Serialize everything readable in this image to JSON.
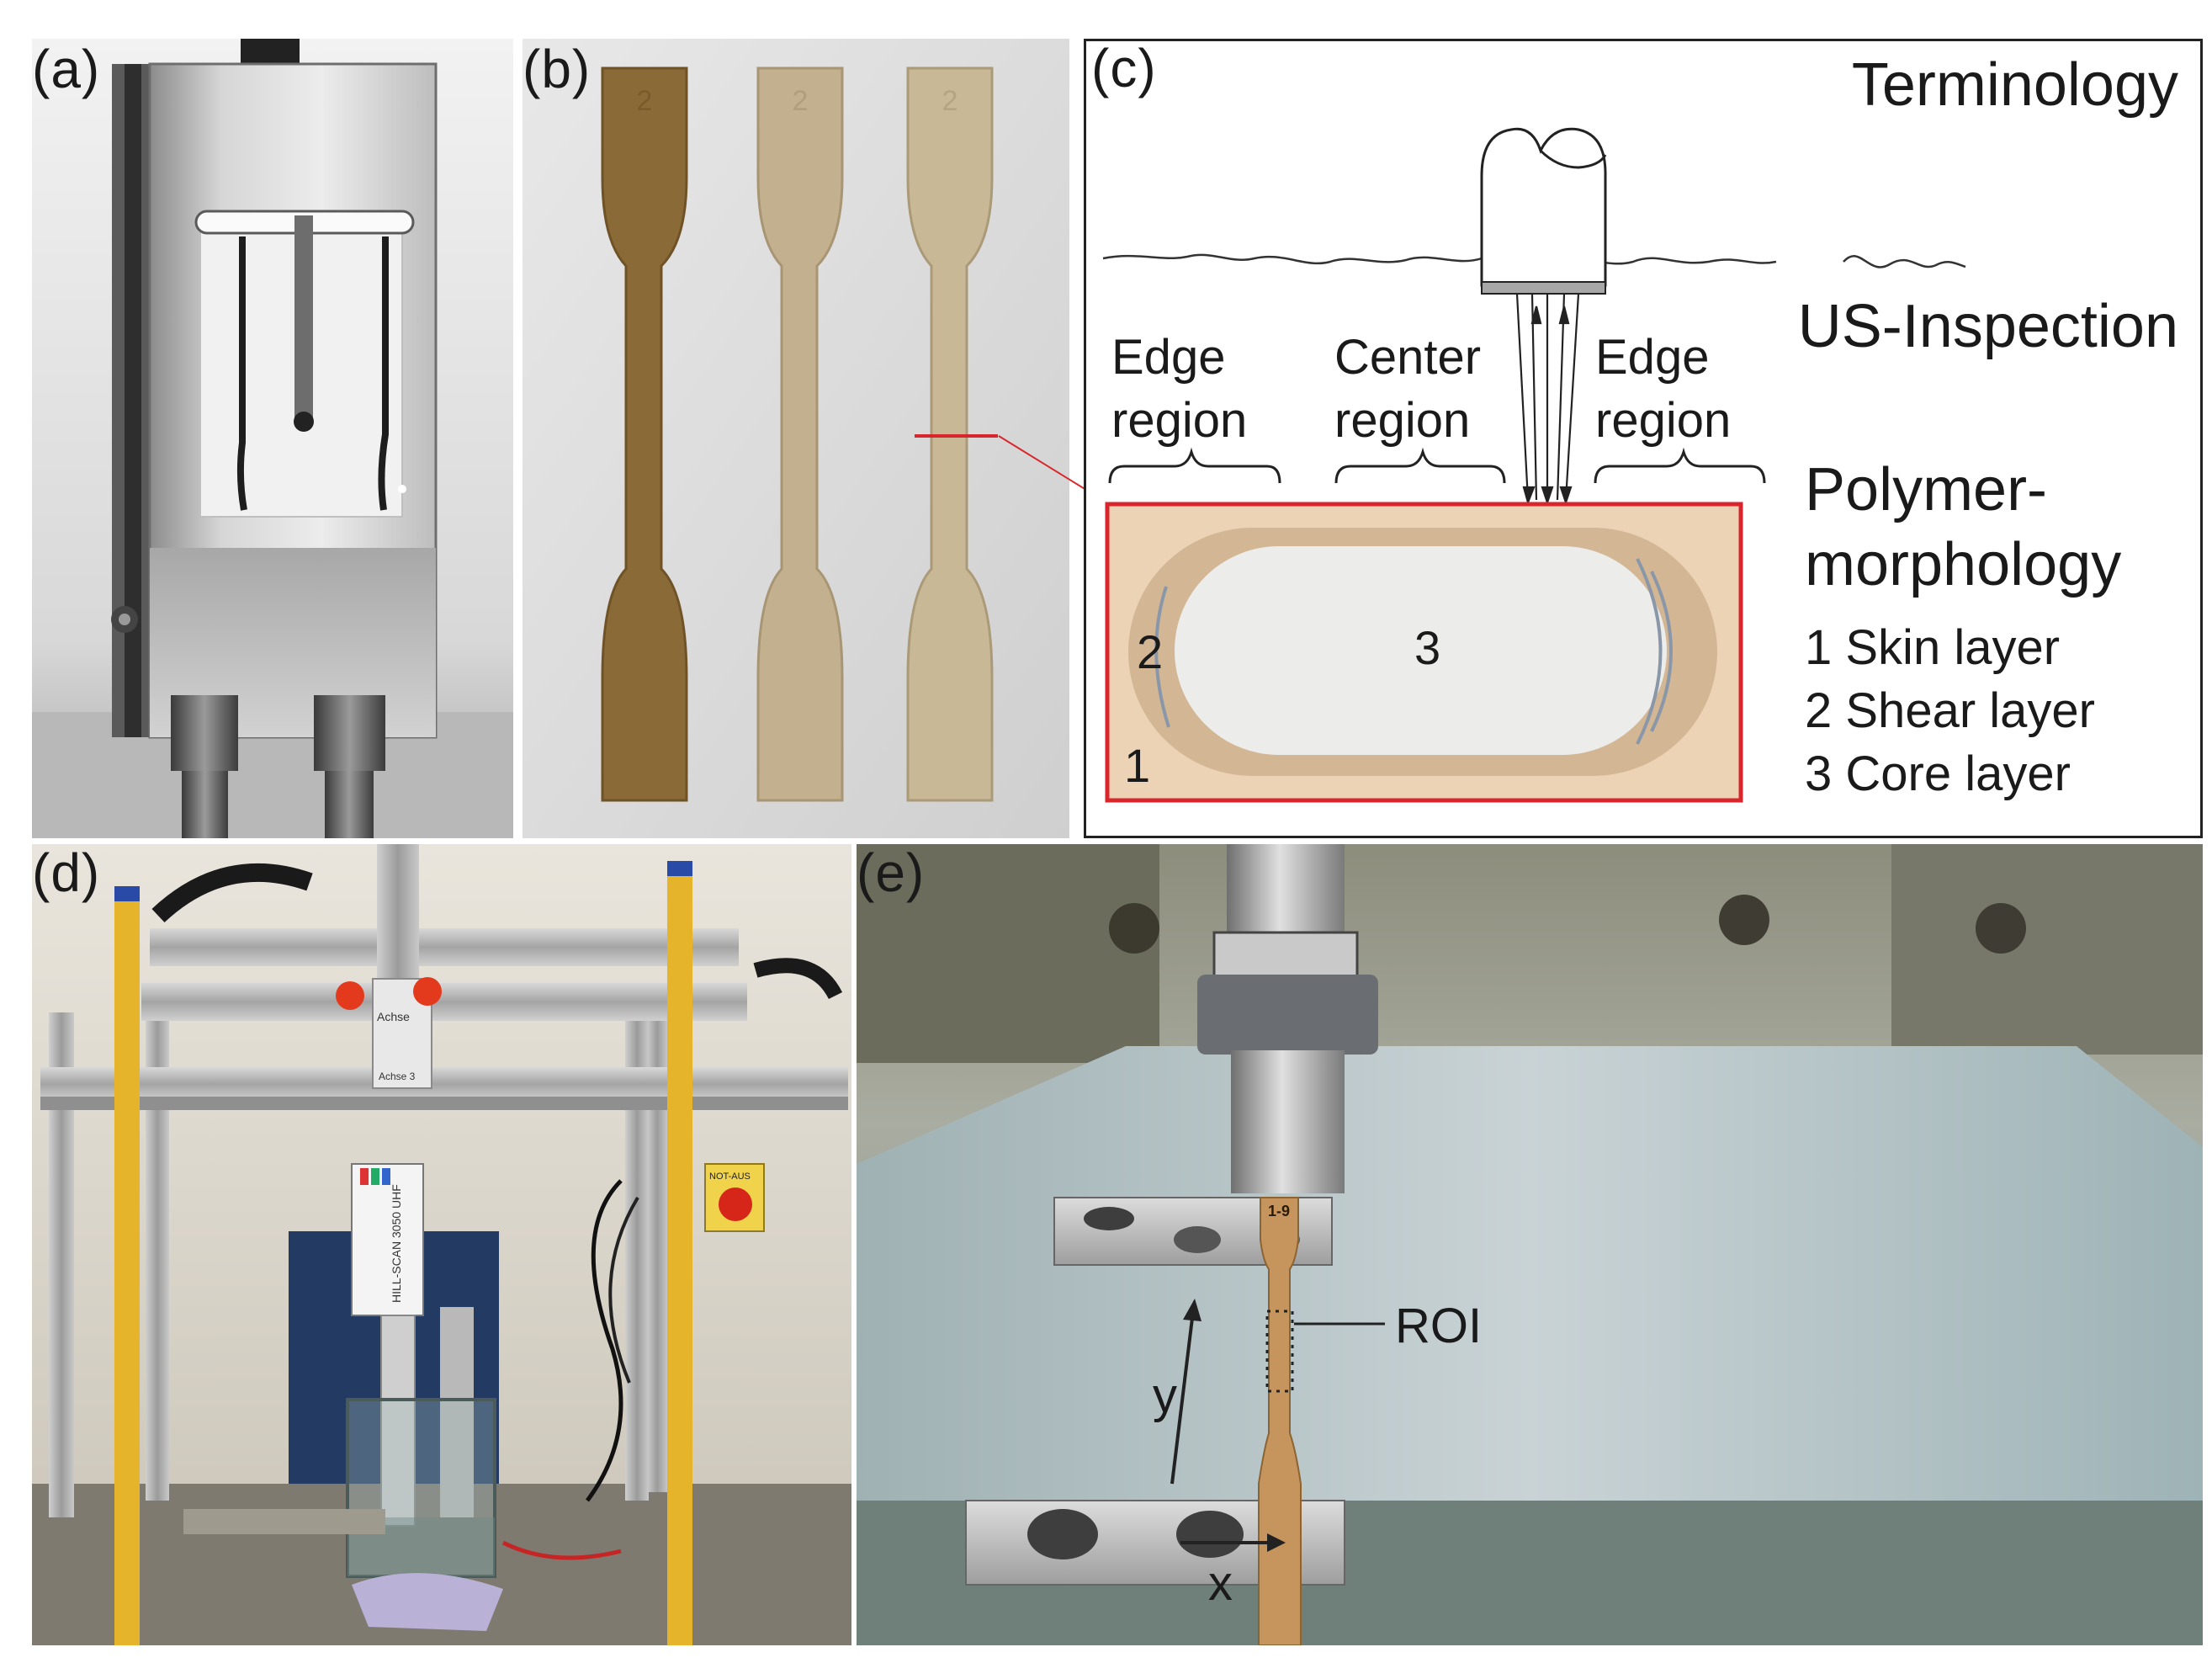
{
  "colors": {
    "outline": "#222222",
    "highlight_red": "#d9262c",
    "skin_layer": "#ecd3b5",
    "shear_layer": "#d3b795",
    "core_layer": "#ececea",
    "shear_line": "#8a97a8",
    "specimen_dark": "#8a6a36",
    "specimen_light": "#c2b08e",
    "safety_yellow": "#e6b42a"
  },
  "panels": {
    "a": {
      "label": "(a)"
    },
    "b": {
      "label": "(b)",
      "specimen_marks": [
        "2",
        "2",
        "2"
      ]
    },
    "c": {
      "label": "(c)",
      "title": "Terminology",
      "us_inspection": "US-Inspection",
      "edge_left": [
        "Edge",
        "region"
      ],
      "center": [
        "Center",
        "region"
      ],
      "edge_right": [
        "Edge",
        "region"
      ],
      "polymer_title": [
        "Polymer-",
        "morphology"
      ],
      "layers": [
        "1 Skin layer",
        "2 Shear layer",
        "3 Core layer"
      ],
      "cross_section_numbers": {
        "skin": "1",
        "shear": "2",
        "core": "3"
      }
    },
    "d": {
      "label": "(d)",
      "device_text": [
        "HILL-SCAN 3050 UHF"
      ],
      "axis_labels": [
        "Achse",
        "Achse 3"
      ],
      "stop_label": "NOT-AUS"
    },
    "e": {
      "label": "(e)",
      "roi": "ROI",
      "x_axis": "x",
      "y_axis": "y",
      "specimen_mark": "1-9"
    }
  }
}
